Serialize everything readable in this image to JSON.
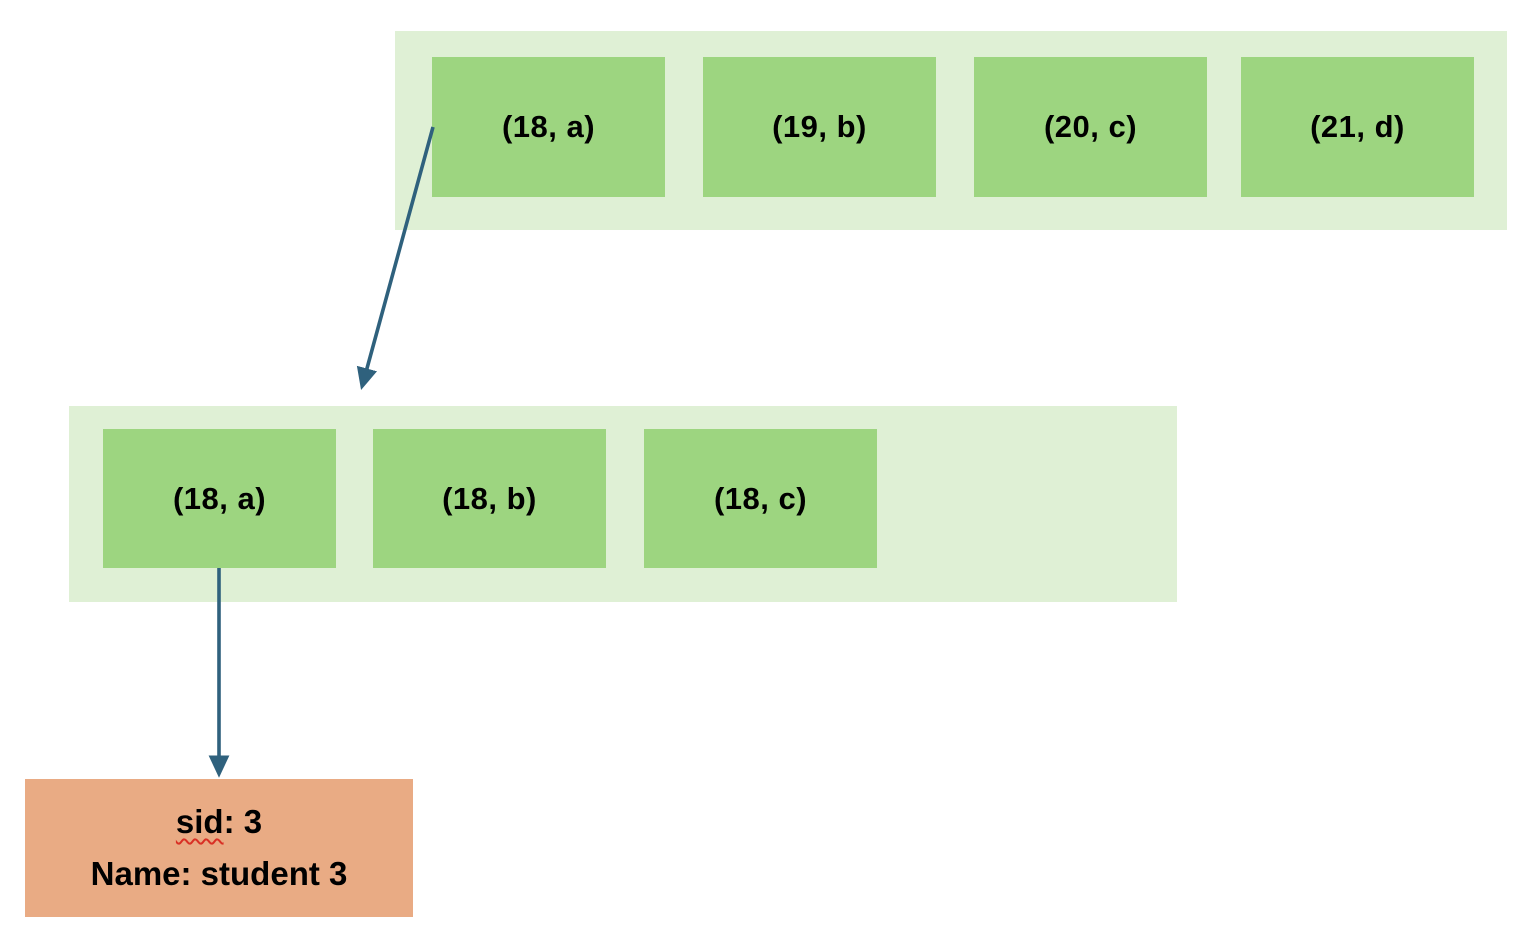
{
  "diagram": {
    "top_node": {
      "cells": [
        {
          "label": "(18, a)"
        },
        {
          "label": "(19, b)"
        },
        {
          "label": "(20, c)"
        },
        {
          "label": "(21, d)"
        }
      ]
    },
    "leaf_node": {
      "cells": [
        {
          "label": "(18, a)"
        },
        {
          "label": "(18, b)"
        },
        {
          "label": "(18, c)"
        }
      ]
    },
    "record": {
      "line1_term": "sid",
      "line1_rest": ": 3",
      "line2": "Name: student 3"
    },
    "colors": {
      "node_background": "#dff0d5",
      "cell_fill": "#9dd580",
      "record_fill": "#e9ab84",
      "arrow": "#2f617d",
      "text": "#000000",
      "spellcheck_underline": "#d93025"
    }
  }
}
